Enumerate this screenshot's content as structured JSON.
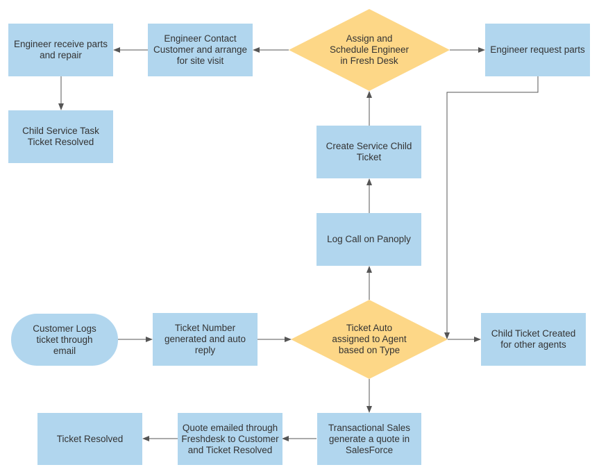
{
  "colors": {
    "process_fill": "#b1d6ee",
    "decision_fill": "#fdd787",
    "connector": "#555555",
    "text": "#333333"
  },
  "nodes": {
    "customer_logs": "Customer Logs\nticket through\nemail",
    "ticket_number": "Ticket Number\ngenerated and auto\nreply",
    "ticket_auto": "Ticket Auto\nassigned to Agent\nbased on Type",
    "child_ticket_created": "Child Ticket Created\nfor other agents",
    "log_call": "Log Call on Panoply",
    "create_child": "Create Service Child\nTicket",
    "assign_schedule": "Assign and\nSchedule Engineer\nin Fresh Desk",
    "engineer_request_parts": "Engineer request parts",
    "engineer_contact": "Engineer Contact\nCustomer and arrange\nfor site visit",
    "engineer_receive": "Engineer receive parts\nand repair",
    "child_service_resolved": "Child Service Task\nTicket Resolved",
    "transactional_sales": "Transactional Sales\ngenerate a quote in\nSalesForce",
    "quote_emailed": "Quote emailed through\nFreshdesk to Customer\nand Ticket Resolved",
    "ticket_resolved": "Ticket Resolved"
  }
}
